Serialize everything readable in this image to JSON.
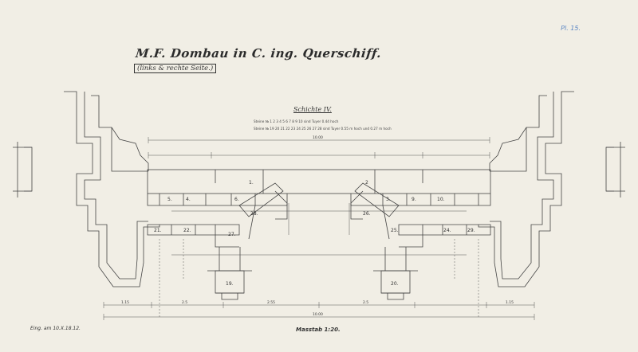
{
  "header": {
    "title": "M.F. Dombau in C. ing. Querschiff.",
    "subtitle": "(links & rechte Seite.)",
    "layer": "Schichte IV."
  },
  "notes": [
    "Steine № 1 2 3 4 5 6 7 8 9 10 sind Tuyer 0.44 hoch",
    "Steine № 19 20 21 22 23 24 25 26 27 28 sind Tuyer 0.55 m hoch und 0.27 m hoch"
  ],
  "stones": [
    {
      "id": "1",
      "label": "1."
    },
    {
      "id": "2",
      "label": "2"
    },
    {
      "id": "3",
      "label": "3."
    },
    {
      "id": "4",
      "label": "4."
    },
    {
      "id": "5",
      "label": "5."
    },
    {
      "id": "6",
      "label": "6."
    },
    {
      "id": "9",
      "label": "9."
    },
    {
      "id": "10",
      "label": "10."
    },
    {
      "id": "19",
      "label": "19."
    },
    {
      "id": "20",
      "label": "20."
    },
    {
      "id": "21",
      "label": "21."
    },
    {
      "id": "22",
      "label": "22."
    },
    {
      "id": "24",
      "label": "24."
    },
    {
      "id": "25",
      "label": "25."
    },
    {
      "id": "26",
      "label": "26."
    },
    {
      "id": "27",
      "label": "27."
    },
    {
      "id": "28",
      "label": "28."
    },
    {
      "id": "29",
      "label": "29."
    }
  ],
  "dimensions": {
    "top_total": "10.00",
    "bottom_total": "10.00",
    "segments": [
      "1.15",
      "2.5",
      "2.55",
      "2.5",
      "1.15"
    ]
  },
  "footer": {
    "stamp": "Eing. am 10.X.18.12.",
    "scale": "Masstab 1:20.",
    "archive_mark": "Pl. 15."
  }
}
